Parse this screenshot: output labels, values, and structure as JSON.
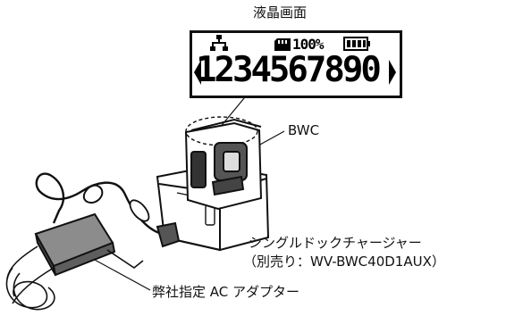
{
  "labels": {
    "lcd_screen": "液晶画面",
    "bwc": "BWC",
    "dock_line1": "シングルドックチャージャー",
    "dock_line2": "（別売り：WV-BWC40D1AUX）",
    "ac_adapter": "弊社指定 AC アダプター"
  },
  "lcd": {
    "battery_percent": "100%",
    "digits": "1234567890",
    "icons": [
      "network-icon",
      "sd-card-icon",
      "battery-icon",
      "arrow-left-icon",
      "arrow-right-icon"
    ]
  }
}
